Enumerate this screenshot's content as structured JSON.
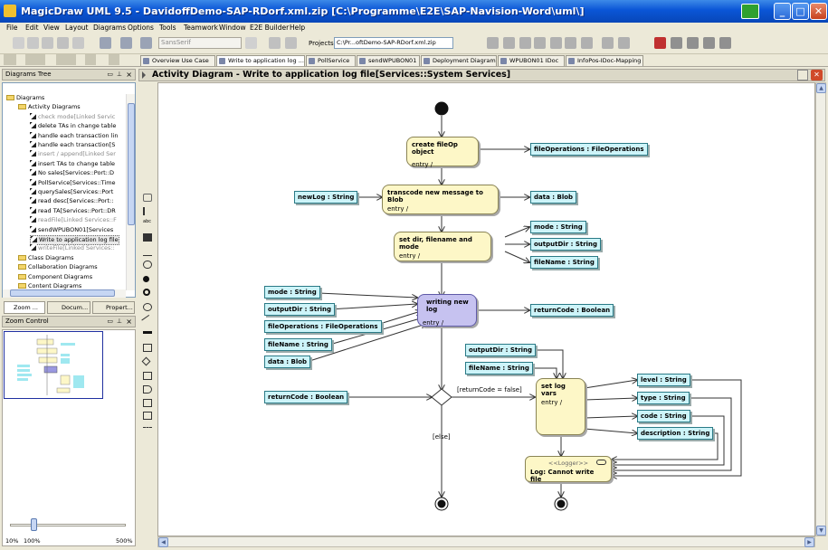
{
  "window": {
    "title": "MagicDraw UML 9.5 - DavidoffDemo-SAP-RDorf.xml.zip [C:\\Programme\\E2E\\SAP-Navision-Word\\uml\\]",
    "minimize": "_",
    "maximize": "□",
    "close": "✕"
  },
  "menu": [
    "File",
    "Edit",
    "View",
    "Layout",
    "Diagrams",
    "Options",
    "Tools",
    "Teamwork",
    "Window",
    "E2E Builder",
    "Help"
  ],
  "toolbar": {
    "font_value": "SansSerif",
    "projects_label": "Projects:",
    "project_value": "C:\\Pr...oftDemo-SAP-RDorf.xml.zip"
  },
  "tabs": [
    "Overview Use Case",
    "Write to application log ...",
    "PollService",
    "sendWPUBON01",
    "Deployment Diagram",
    "WPUBON01 IDoc",
    "InfoPos-IDoc-Mapping"
  ],
  "left": {
    "diagrams_tree_title": "Diagrams Tree",
    "tree": [
      {
        "t": "Diagrams",
        "k": "folder",
        "lvl": 0
      },
      {
        "t": "Activity Diagrams",
        "k": "folder",
        "lvl": 1
      },
      {
        "t": "check mode[Linked Servic",
        "k": "leaf",
        "lvl": 2,
        "g": true
      },
      {
        "t": "delete TAs in change table",
        "k": "leaf",
        "lvl": 2,
        "g": false
      },
      {
        "t": "handle each transaction lin",
        "k": "leaf",
        "lvl": 2,
        "g": false
      },
      {
        "t": "handle each transaction[S",
        "k": "leaf",
        "lvl": 2,
        "g": false
      },
      {
        "t": "insert / append[Linked Ser",
        "k": "leaf",
        "lvl": 2,
        "g": true
      },
      {
        "t": "insert TAs to change table",
        "k": "leaf",
        "lvl": 2,
        "g": false
      },
      {
        "t": "No sales[Services::Port::D",
        "k": "leaf",
        "lvl": 2,
        "g": false
      },
      {
        "t": "PollService[Services::Time",
        "k": "leaf",
        "lvl": 2,
        "g": false
      },
      {
        "t": "querySales[Services::Port",
        "k": "leaf",
        "lvl": 2,
        "g": false
      },
      {
        "t": "read desc[Services::Port::",
        "k": "leaf",
        "lvl": 2,
        "g": false
      },
      {
        "t": "read TA[Services::Port::DR",
        "k": "leaf",
        "lvl": 2,
        "g": false
      },
      {
        "t": "readFile[Linked Services::F",
        "k": "leaf",
        "lvl": 2,
        "g": true
      },
      {
        "t": "sendWPUBON01[Services",
        "k": "leaf",
        "lvl": 2,
        "g": false
      },
      {
        "t": "Write to application log file",
        "k": "leaf",
        "lvl": 2,
        "g": false,
        "sel": true
      },
      {
        "t": "writeFile[Linked Services::",
        "k": "leaf",
        "lvl": 2,
        "g": true
      },
      {
        "t": "Class Diagrams",
        "k": "folder",
        "lvl": 1
      },
      {
        "t": "Collaboration Diagrams",
        "k": "folder",
        "lvl": 1
      },
      {
        "t": "Component Diagrams",
        "k": "folder",
        "lvl": 1
      },
      {
        "t": "Content Diagrams",
        "k": "folder",
        "lvl": 1
      }
    ],
    "bottom_tabs": [
      "Zoom ...",
      "Docum...",
      "Propert..."
    ],
    "zoom_title": "Zoom Control",
    "zoom_min": "10%",
    "zoom_cur": "100%",
    "zoom_max": "500%",
    "zoom_level": 0.2
  },
  "diagram": {
    "title": "Activity Diagram - Write to application log file[Services::System Services]",
    "activities": {
      "create_fileop": {
        "name": "create fileOp object",
        "entry": "entry /"
      },
      "transcode": {
        "name": "transcode new message to Blob",
        "entry": "entry /"
      },
      "set_dir": {
        "name": "set dir, filename and mode",
        "entry": "entry /"
      },
      "writing_log": {
        "name": "writing new log",
        "entry": "entry /"
      },
      "set_log_vars": {
        "name": "set log vars",
        "entry": "entry /"
      },
      "logger_stereo": "<<Logger>>",
      "logger_name": "Log: Cannot write file"
    },
    "objects": {
      "fileops1": "fileOperations : FileOperations",
      "newlog": "newLog : String",
      "data_blob1": "data : Blob",
      "mode1": "mode : String",
      "outputdir1": "outputDir : String",
      "filename1": "fileName : String",
      "mode2": "mode : String",
      "outputdir2": "outputDir : String",
      "fileops2": "fileOperations : FileOperations",
      "filename2": "fileName : String",
      "data_blob2": "data : Blob",
      "returncode1": "returnCode : Boolean",
      "outputdir3": "outputDir : String",
      "filename3": "fileName : String",
      "returncode2": "returnCode : Boolean",
      "level": "level : String",
      "type": "type : String",
      "code": "code : String",
      "description": "description : String"
    },
    "guards": {
      "false_guard": "[returnCode = false]",
      "else_guard": "[else]"
    }
  }
}
